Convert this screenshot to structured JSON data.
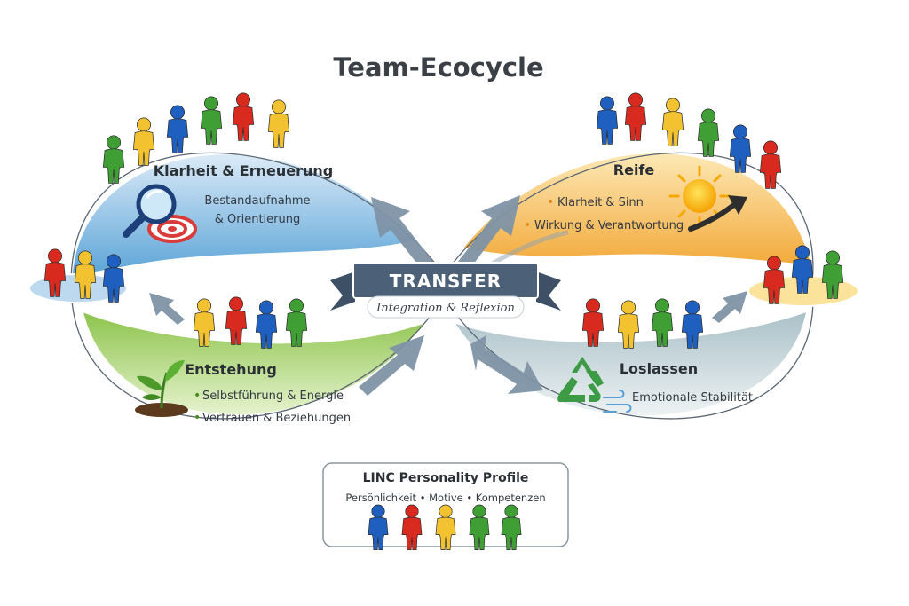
{
  "title": "Team-Ecocycle",
  "lobes": {
    "klarheit": {
      "title": "Klarheit & Erneuerung",
      "lines": [
        "Bestandaufnahme",
        "& Orientierung"
      ]
    },
    "reife": {
      "title": "Reife",
      "lines": [
        "Klarheit & Sinn",
        "Wirkung & Verantwortung"
      ]
    },
    "entstehung": {
      "title": "Entstehung",
      "lines": [
        "Selbstführung & Energie",
        "Vertrauen & Beziehungen"
      ]
    },
    "loslassen": {
      "title": "Loslassen",
      "lines": [
        "Emotionale Stabilität"
      ]
    }
  },
  "center": {
    "banner": "TRANSFER",
    "subtitle": "Integration & Reflexion"
  },
  "profile": {
    "title": "LINC Personality Profile",
    "subtitle": "Persönlichkeit • Motive • Kompetenzen"
  },
  "colors": {
    "red": "#d92a1f",
    "blue": "#1f5fbf",
    "yellow": "#f2c230",
    "green": "#3f9f35",
    "lobe_blue": "#8cc3e8",
    "lobe_orange": "#f5b94a",
    "lobe_green": "#9ccd5c",
    "lobe_gray": "#c6d7dc",
    "banner": "#4c6177"
  },
  "icons": [
    "magnifier-icon",
    "target-icon",
    "sun-icon",
    "trend-arrow-icon",
    "sprout-icon",
    "recycle-icon",
    "wind-icon"
  ]
}
